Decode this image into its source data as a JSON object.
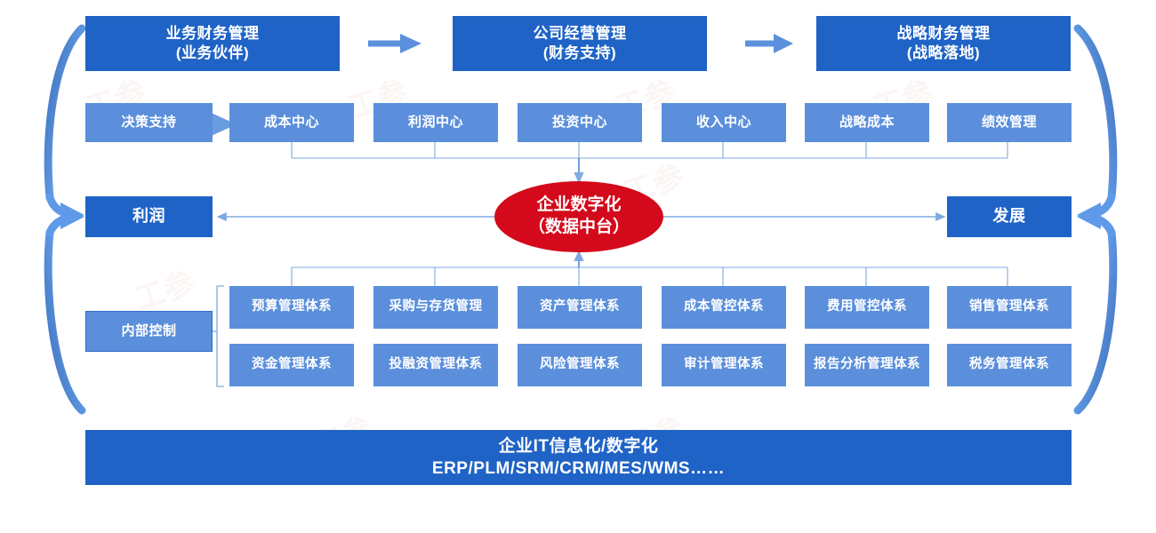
{
  "diagram": {
    "title_flow": {
      "boxes": [
        {
          "label": "业务财务管理\n(业务伙伴)"
        },
        {
          "label": "公司经营管理\n(财务支持)"
        },
        {
          "label": "战略财务管理\n(战略落地)"
        }
      ],
      "arrows": [
        "arrow-right",
        "arrow-right"
      ]
    },
    "centers_row": {
      "lead": {
        "label": "决策支持"
      },
      "arrow": "arrow-right",
      "items": [
        {
          "label": "成本中心"
        },
        {
          "label": "利润中心"
        },
        {
          "label": "投资中心"
        },
        {
          "label": "收入中心"
        },
        {
          "label": "战略成本"
        },
        {
          "label": "绩效管理"
        }
      ]
    },
    "hub": {
      "label": "企业数字化\n（数据中台）"
    },
    "outcomes": {
      "left": {
        "label": "利润"
      },
      "right": {
        "label": "发展"
      }
    },
    "internal_control": {
      "label": "内部控制"
    },
    "systems": {
      "row1": [
        {
          "label": "预算管理体系"
        },
        {
          "label": "采购与存货管理"
        },
        {
          "label": "资产管理体系"
        },
        {
          "label": "成本管控体系"
        },
        {
          "label": "费用管控体系"
        },
        {
          "label": "销售管理体系"
        }
      ],
      "row2": [
        {
          "label": "资金管理体系"
        },
        {
          "label": "投融资管理体系"
        },
        {
          "label": "风险管理体系"
        },
        {
          "label": "审计管理体系"
        },
        {
          "label": "报告分析管理体系"
        },
        {
          "label": "税务管理体系"
        }
      ]
    },
    "banner": {
      "label": "企业IT信息化/数字化\nERP/PLM/SRM/CRM/MES/WMS……"
    },
    "side_braces": {
      "left_top": "curved-arrow-icon",
      "left_bottom": "curved-arrow-icon",
      "right_top": "curved-arrow-icon",
      "right_bottom": "curved-arrow-icon"
    },
    "colors": {
      "dark_blue": "#1F63C6",
      "light_blue": "#5B8FDC",
      "hub_red": "#D4091B",
      "connector": "#7FA9E0",
      "arc_dark": "#3B6FB5",
      "arc_light": "#5E9AE8",
      "text_white": "#FFFFFF"
    },
    "watermarks": [
      "工参",
      "工参",
      "工参",
      "工参",
      "工参",
      "工参",
      "工参",
      "工参"
    ]
  }
}
